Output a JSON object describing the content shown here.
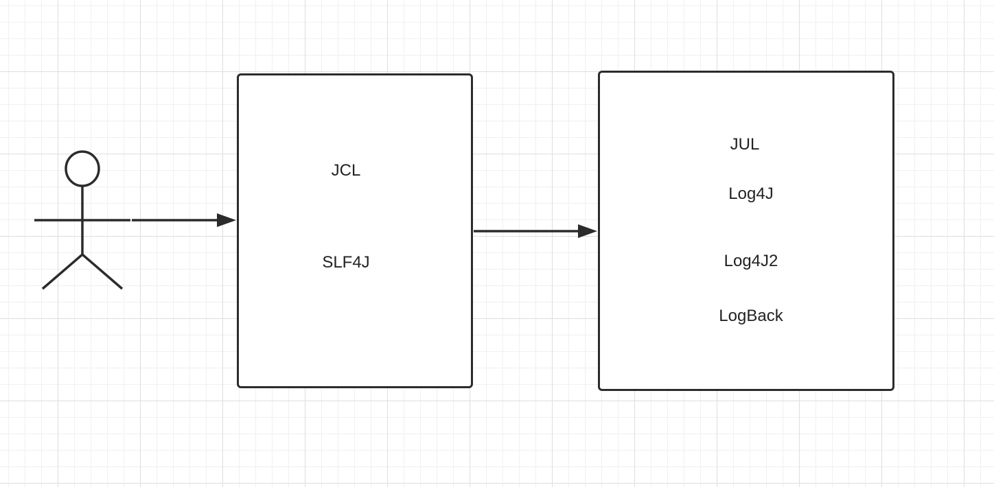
{
  "diagram": {
    "facade_box": {
      "items": [
        "JCL",
        "SLF4J"
      ]
    },
    "implementation_box": {
      "items": [
        "JUL",
        "Log4J",
        "Log4J2",
        "LogBack"
      ]
    },
    "colors": {
      "stroke": "#2b2b2b",
      "grid_major": "#dedede",
      "grid_minor": "#f0f0f0",
      "text": "#222222"
    }
  }
}
